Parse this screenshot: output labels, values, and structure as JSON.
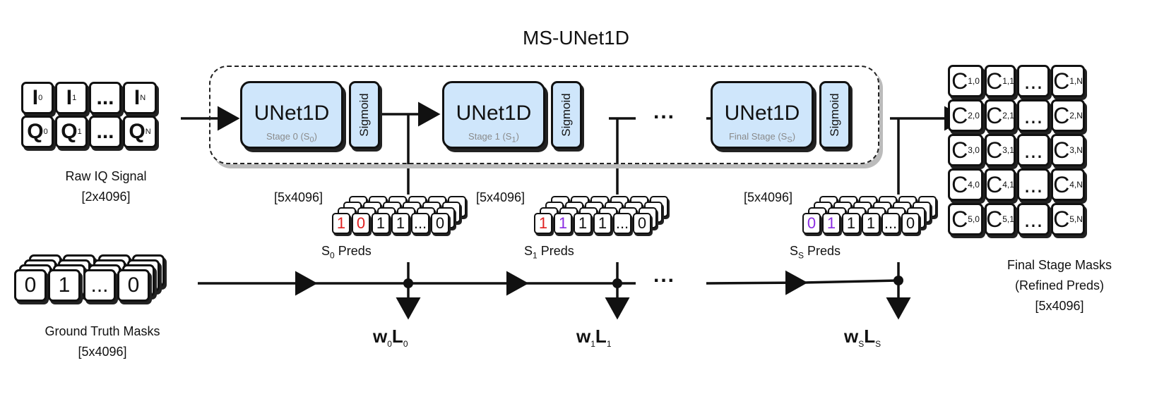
{
  "title": "MS-UNet1D",
  "input": {
    "grid": [
      [
        {
          "t": "I",
          "s": "0"
        },
        {
          "t": "I",
          "s": "1"
        },
        {
          "t": "...",
          "s": ""
        },
        {
          "t": "I",
          "s": "N"
        }
      ],
      [
        {
          "t": "Q",
          "s": "0"
        },
        {
          "t": "Q",
          "s": "1"
        },
        {
          "t": "...",
          "s": ""
        },
        {
          "t": "Q",
          "s": "N"
        }
      ]
    ],
    "label": "Raw IQ Signal",
    "shape": "[2x4096]"
  },
  "ground_truth": {
    "tiles": [
      "0",
      "1",
      "...",
      "0"
    ],
    "label": "Ground Truth Masks",
    "shape": "[5x4096]"
  },
  "stages": [
    {
      "name": "UNet1D",
      "sub_main": "Stage 0 (S",
      "sub_idx": "0",
      "sub_end": ")",
      "sigmoid": "Sigmoid",
      "shape": "[5x4096]",
      "pred_main": "S",
      "pred_idx": "0",
      "pred_end": " Preds",
      "pred_tiles": [
        {
          "v": "1",
          "c": "red"
        },
        {
          "v": "0",
          "c": "red"
        },
        {
          "v": "1",
          "c": ""
        },
        {
          "v": "1",
          "c": ""
        },
        {
          "v": "...",
          "c": ""
        },
        {
          "v": "0",
          "c": ""
        }
      ],
      "loss": {
        "w": "w",
        "wi": "0",
        "l": "L",
        "li": "0"
      }
    },
    {
      "name": "UNet1D",
      "sub_main": "Stage 1 (S",
      "sub_idx": "1",
      "sub_end": ")",
      "sigmoid": "Sigmoid",
      "shape": "[5x4096]",
      "pred_main": "S",
      "pred_idx": "1",
      "pred_end": " Preds",
      "pred_tiles": [
        {
          "v": "1",
          "c": "red"
        },
        {
          "v": "1",
          "c": "purple"
        },
        {
          "v": "1",
          "c": ""
        },
        {
          "v": "1",
          "c": ""
        },
        {
          "v": "...",
          "c": ""
        },
        {
          "v": "0",
          "c": ""
        }
      ],
      "loss": {
        "w": "w",
        "wi": "1",
        "l": "L",
        "li": "1"
      }
    },
    {
      "name": "UNet1D",
      "sub_main": "Final Stage (S",
      "sub_idx": "S",
      "sub_end": ")",
      "sigmoid": "Sigmoid",
      "shape": "[5x4096]",
      "pred_main": "S",
      "pred_idx": "S",
      "pred_end": " Preds",
      "pred_tiles": [
        {
          "v": "0",
          "c": "purple"
        },
        {
          "v": "1",
          "c": "purple"
        },
        {
          "v": "1",
          "c": ""
        },
        {
          "v": "1",
          "c": ""
        },
        {
          "v": "...",
          "c": ""
        },
        {
          "v": "0",
          "c": ""
        }
      ],
      "loss": {
        "w": "w",
        "wi": "S",
        "l": "L",
        "li": "S"
      }
    }
  ],
  "ellipsis": "...",
  "output": {
    "grid": [
      [
        {
          "t": "C",
          "s": "1,0"
        },
        {
          "t": "C",
          "s": "1,1"
        },
        {
          "t": "...",
          "s": ""
        },
        {
          "t": "C",
          "s": "1,N"
        }
      ],
      [
        {
          "t": "C",
          "s": "2,0"
        },
        {
          "t": "C",
          "s": "2,1"
        },
        {
          "t": "...",
          "s": ""
        },
        {
          "t": "C",
          "s": "2,N"
        }
      ],
      [
        {
          "t": "C",
          "s": "3,0"
        },
        {
          "t": "C",
          "s": "3,1"
        },
        {
          "t": "...",
          "s": ""
        },
        {
          "t": "C",
          "s": "3,N"
        }
      ],
      [
        {
          "t": "C",
          "s": "4,0"
        },
        {
          "t": "C",
          "s": "4,1"
        },
        {
          "t": "...",
          "s": ""
        },
        {
          "t": "C",
          "s": "4,N"
        }
      ],
      [
        {
          "t": "C",
          "s": "5,0"
        },
        {
          "t": "C",
          "s": "5,1"
        },
        {
          "t": "...",
          "s": ""
        },
        {
          "t": "C",
          "s": "5,N"
        }
      ]
    ],
    "label_line1": "Final Stage Masks",
    "label_line2": "(Refined Preds)",
    "shape": "[5x4096]"
  },
  "colors": {
    "block_fill": "#cfe6fb",
    "outline": "#111111",
    "highlight_red": "#e02020",
    "highlight_purple": "#8a2be2",
    "subtitle_gray": "#8a8a8a"
  }
}
